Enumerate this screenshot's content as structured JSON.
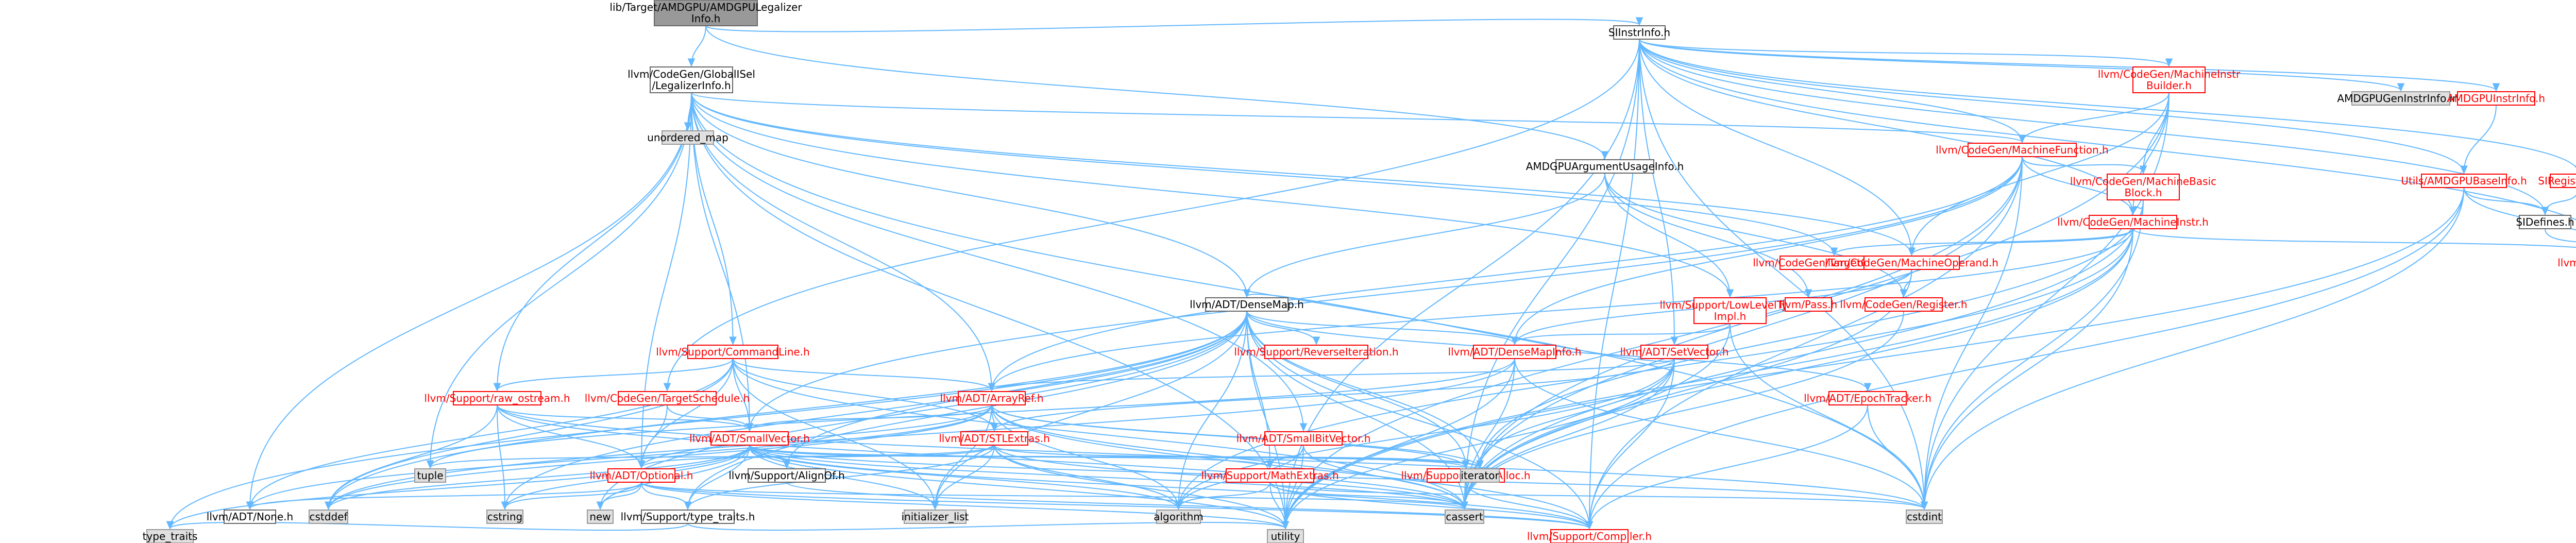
{
  "diagram": {
    "nodes": [
      {
        "id": "root",
        "kind": "root",
        "lines": [
          "lib/Target/AMDGPU/AMDGPULegalizer",
          "Info.h"
        ]
      },
      {
        "id": "gisel",
        "kind": "plain",
        "lines": [
          "llvm/CodeGen/GlobalISel",
          "/LegalizerInfo.h"
        ]
      },
      {
        "id": "siinstr",
        "kind": "plain",
        "lines": [
          "SIInstrInfo.h"
        ]
      },
      {
        "id": "argusage",
        "kind": "plain",
        "lines": [
          "AMDGPUArgumentUsageInfo.h"
        ]
      },
      {
        "id": "unordered",
        "kind": "std",
        "lines": [
          "unordered_map"
        ]
      },
      {
        "id": "mib",
        "kind": "link",
        "lines": [
          "llvm/CodeGen/MachineInstr",
          "Builder.h"
        ]
      },
      {
        "id": "genins",
        "kind": "std",
        "lines": [
          "AMDGPUGenInstrInfo.inc"
        ]
      },
      {
        "id": "amduinfo",
        "kind": "link",
        "lines": [
          "AMDGPUInstrInfo.h"
        ]
      },
      {
        "id": "mfunc",
        "kind": "link",
        "lines": [
          "llvm/CodeGen/MachineFunction.h"
        ]
      },
      {
        "id": "mbb",
        "kind": "link",
        "lines": [
          "llvm/CodeGen/MachineBasic",
          "Block.h"
        ]
      },
      {
        "id": "utilsbase",
        "kind": "link",
        "lines": [
          "Utils/AMDGPUBaseInfo.h"
        ]
      },
      {
        "id": "sireg",
        "kind": "link",
        "lines": [
          "SIRegisterInfo.h"
        ]
      },
      {
        "id": "sidefines",
        "kind": "plain",
        "lines": [
          "SIDefines.h"
        ]
      },
      {
        "id": "mcinstrdesc",
        "kind": "link",
        "lines": [
          "llvm/MC/MCInstrDesc.h"
        ]
      },
      {
        "id": "minstr",
        "kind": "link",
        "lines": [
          "llvm/CodeGen/MachineInstr.h"
        ]
      },
      {
        "id": "tgtopc",
        "kind": "link",
        "lines": [
          "llvm/CodeGen/TargetOpcodes.h"
        ]
      },
      {
        "id": "mop",
        "kind": "link",
        "lines": [
          "llvm/CodeGen/MachineOperand.h"
        ]
      },
      {
        "id": "densemap",
        "kind": "plain",
        "lines": [
          "llvm/ADT/DenseMap.h"
        ]
      },
      {
        "id": "lowlevel",
        "kind": "link",
        "lines": [
          "llvm/Support/LowLevelType",
          "Impl.h"
        ]
      },
      {
        "id": "pass",
        "kind": "link",
        "lines": [
          "llvm/Pass.h"
        ]
      },
      {
        "id": "cgreg",
        "kind": "link",
        "lines": [
          "llvm/CodeGen/Register.h"
        ]
      },
      {
        "id": "cmdline",
        "kind": "link",
        "lines": [
          "llvm/Support/CommandLine.h"
        ]
      },
      {
        "id": "reverseiter",
        "kind": "link",
        "lines": [
          "llvm/Support/ReverseIteration.h"
        ]
      },
      {
        "id": "densemapinfo",
        "kind": "link",
        "lines": [
          "llvm/ADT/DenseMapInfo.h"
        ]
      },
      {
        "id": "setvector",
        "kind": "link",
        "lines": [
          "llvm/ADT/SetVector.h"
        ]
      },
      {
        "id": "epoch",
        "kind": "link",
        "lines": [
          "llvm/ADT/EpochTracker.h"
        ]
      },
      {
        "id": "rawostream",
        "kind": "link",
        "lines": [
          "llvm/Support/raw_ostream.h"
        ]
      },
      {
        "id": "tgtsched",
        "kind": "link",
        "lines": [
          "llvm/CodeGen/TargetSchedule.h"
        ]
      },
      {
        "id": "arrayref",
        "kind": "link",
        "lines": [
          "llvm/ADT/ArrayRef.h"
        ]
      },
      {
        "id": "smallbit",
        "kind": "link",
        "lines": [
          "llvm/ADT/SmallBitVector.h"
        ]
      },
      {
        "id": "smallvec",
        "kind": "link",
        "lines": [
          "llvm/ADT/SmallVector.h"
        ]
      },
      {
        "id": "stlextras",
        "kind": "link",
        "lines": [
          "llvm/ADT/STLExtras.h"
        ]
      },
      {
        "id": "optional",
        "kind": "link",
        "lines": [
          "llvm/ADT/Optional.h"
        ]
      },
      {
        "id": "aligned",
        "kind": "plain",
        "lines": [
          "llvm/Support/AlignOf.h"
        ]
      },
      {
        "id": "mathextras",
        "kind": "link",
        "lines": [
          "llvm/Support/MathExtras.h"
        ]
      },
      {
        "id": "memalloc",
        "kind": "link",
        "lines": [
          "llvm/Support/MemAlloc.h"
        ]
      },
      {
        "id": "typetraits",
        "kind": "plain",
        "lines": [
          "llvm/Support/type_traits.h"
        ]
      },
      {
        "id": "none",
        "kind": "plain",
        "lines": [
          "llvm/ADT/None.h"
        ]
      },
      {
        "id": "compiler",
        "kind": "link",
        "lines": [
          "llvm/Support/Compiler.h"
        ]
      },
      {
        "id": "tuple",
        "kind": "std",
        "lines": [
          "tuple"
        ]
      },
      {
        "id": "cstddef",
        "kind": "std",
        "lines": [
          "cstddef"
        ]
      },
      {
        "id": "cstring",
        "kind": "std",
        "lines": [
          "cstring"
        ]
      },
      {
        "id": "new",
        "kind": "std",
        "lines": [
          "new"
        ]
      },
      {
        "id": "initlist",
        "kind": "std",
        "lines": [
          "initializer_list"
        ]
      },
      {
        "id": "iterator",
        "kind": "std",
        "lines": [
          "iterator"
        ]
      },
      {
        "id": "algorithm",
        "kind": "std",
        "lines": [
          "algorithm"
        ]
      },
      {
        "id": "cassert",
        "kind": "std",
        "lines": [
          "cassert"
        ]
      },
      {
        "id": "cstdint",
        "kind": "std",
        "lines": [
          "cstdint"
        ]
      },
      {
        "id": "typetraits_std",
        "kind": "std",
        "lines": [
          "type_traits"
        ]
      },
      {
        "id": "utility",
        "kind": "std",
        "lines": [
          "utility"
        ]
      }
    ]
  }
}
